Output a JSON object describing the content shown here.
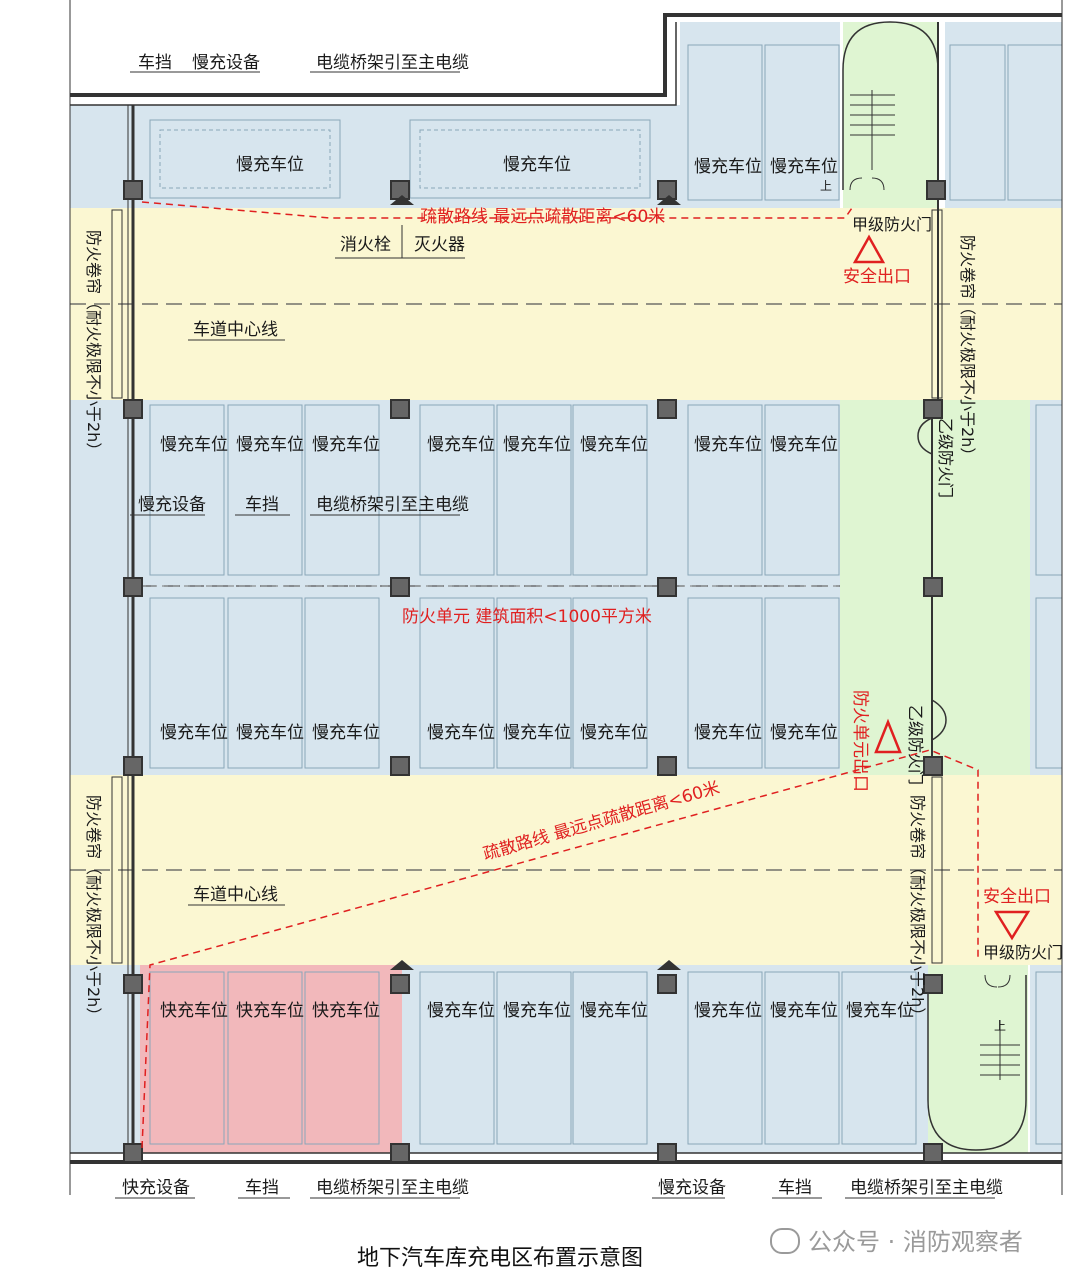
{
  "labels": {
    "slow_space": "慢充车位",
    "fast_space": "快充车位",
    "lane_center": "车道中心线",
    "wheel_stop": "车挡",
    "slow_device": "慢充设备",
    "fast_device": "快充设备",
    "cable_tray": "电缆桥架引至主电缆",
    "hydrant": "消火栓",
    "extinguisher": "灭火器",
    "route_top": "疏散路线  最远点疏散距离<60米",
    "route_bottom": "疏散路线  最远点疏散距离<60米",
    "fire_unit": "防火单元  建筑面积<1000平方米",
    "class_a_door": "甲级防火门",
    "safety_exit": "安全出口",
    "unit_exit": "防火单元出口",
    "class_b_door": "乙级防火门",
    "shutter": "防火卷帘（耐火极限不小于2h）",
    "stair_up": "上"
  },
  "caption": "地下汽车库充电区布置示意图",
  "watermark": "公众号 · 消防观察者",
  "colors": {
    "parking_zone": "#d7e5ee",
    "lane_zone": "#fbf7d2",
    "fast_zone": "#f2b8bb",
    "stair_zone": "#dff5d2",
    "route": "#e02020",
    "wall": "#333333"
  }
}
